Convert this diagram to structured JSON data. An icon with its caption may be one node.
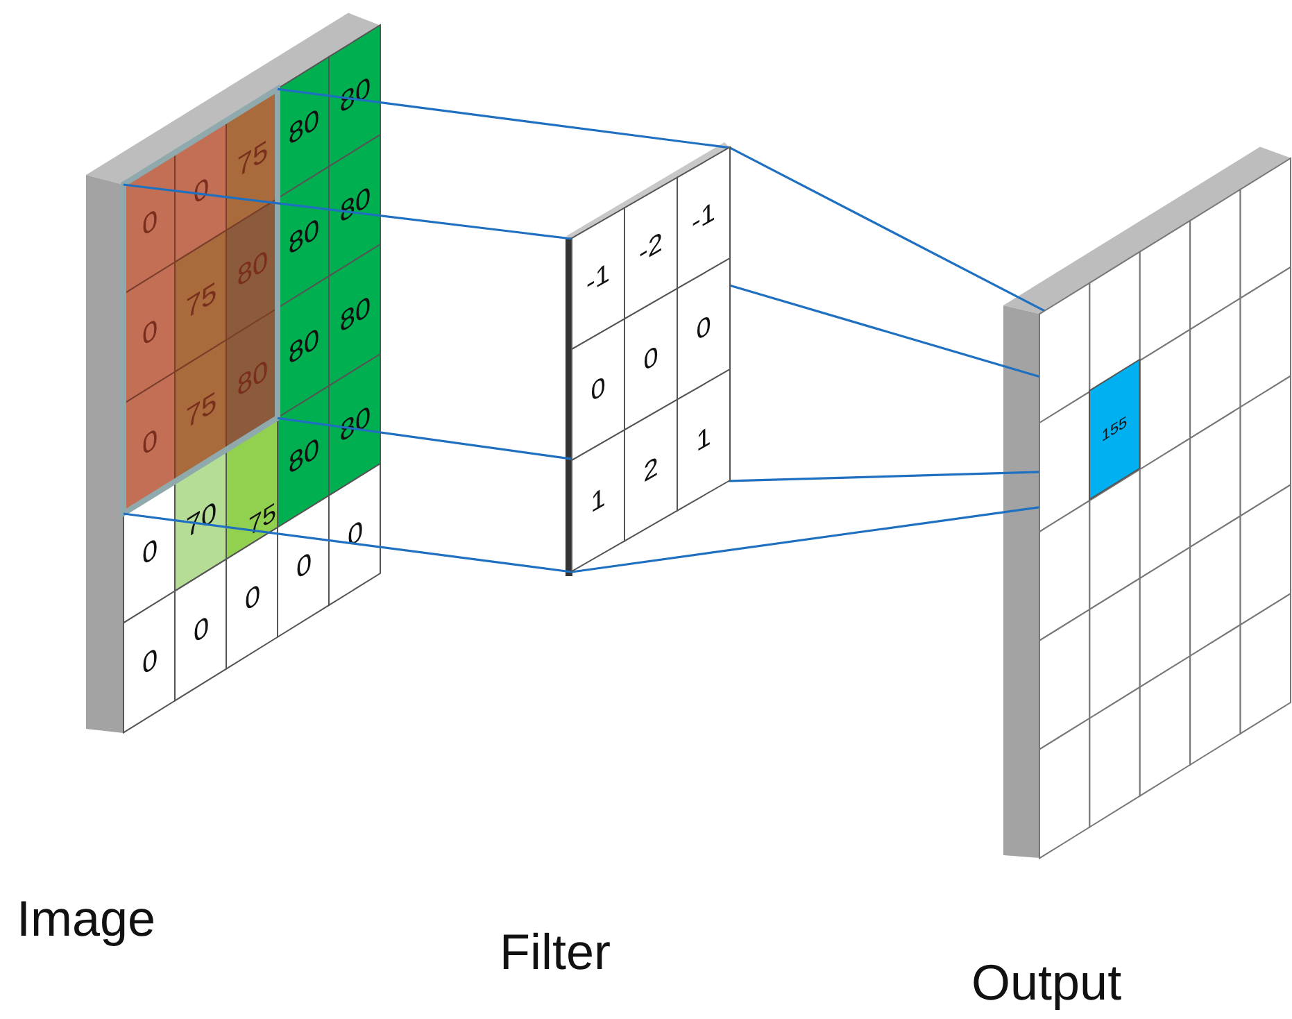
{
  "diagram": {
    "nodes": [
      {
        "text": [
          "80",
          "80",
          "80",
          "80",
          "80",
          "80",
          "0",
          "70",
          "75",
          "80",
          "80",
          "0",
          "0",
          "0",
          "0",
          "0"
        ],
        "beside": [
          "Image"
        ]
      },
      {
        "text": [
          "0",
          "0",
          "75",
          "0",
          "75",
          "80",
          "0",
          "75",
          "80"
        ],
        "in": 0
      },
      {
        "text": [
          "-1",
          "-2",
          "-1",
          "0",
          "0",
          "0",
          "1",
          "2",
          "1"
        ]
      },
      {
        "text": [],
        "shape": "box",
        "beside": [
          "Output"
        ]
      },
      {
        "text": [
          "155"
        ],
        "in": 3
      }
    ],
    "edges": [
      {
        "from": 1,
        "to": 2,
        "arrow": "none"
      },
      {
        "from": 1,
        "to": 2,
        "arrow": "none"
      },
      {
        "from": 1,
        "to": 2,
        "arrow": "none"
      },
      {
        "from": 1,
        "to": 2,
        "arrow": "none"
      },
      {
        "from": 2,
        "to": 4,
        "arrow": "none"
      },
      {
        "from": 2,
        "to": 4,
        "arrow": "none"
      },
      {
        "from": 2,
        "to": 4,
        "arrow": "none"
      },
      {
        "from": 2,
        "to": 4,
        "arrow": "none"
      }
    ],
    "labels": [
      "Filter"
    ]
  }
}
